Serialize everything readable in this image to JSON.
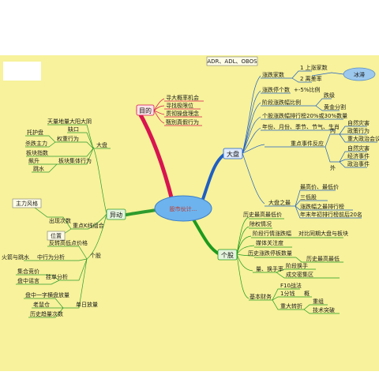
{
  "center": {
    "label": "股市伙计..."
  },
  "branches": {
    "goal": {
      "label": "目的",
      "color": "#d8154f",
      "items": [
        "寻大概率机会",
        "寻找极限位",
        "贯彻操盘理念",
        "甄别真假行为"
      ]
    },
    "dapan": {
      "label": "大盘",
      "color": "#1f5fc4",
      "top_box": "ADR、ADL、OBOS",
      "bubble": "冰滞",
      "zhangdie": {
        "label": "涨跌家数",
        "items": [
          "1 上涨家数",
          "2 离差率"
        ]
      },
      "tingpai": {
        "label": "涨跌停个数",
        "note": "+-5%比例"
      },
      "jieduan": {
        "label": "阶段涨跌幅比例",
        "items": [
          "跌级",
          "黄金分割"
        ]
      },
      "gegu_bili": "个股涨跌幅排行榜20%或30%数量",
      "time": "年份、月份、季节、节气、生肖",
      "events": {
        "label": "重点事件反应",
        "nei": "内",
        "wai": "外",
        "nei_items": [
          "自然灾害",
          "政策行为",
          "重大政治会议"
        ],
        "wai_items": [
          "自然灾害",
          "经济事件",
          "政治事件"
        ]
      },
      "zhizui": {
        "label": "大盘之最",
        "items": [
          "最高价、最低价",
          "三低股",
          "涨跌幅之最排行榜",
          "年末年初排行榜前后20名"
        ]
      }
    },
    "yidong": {
      "label": "异动",
      "color": "#2e9b2e",
      "dapan": {
        "label": "大盘",
        "items": [
          "天量地量大阳大阴",
          "缺口",
          "权重行为",
          "托护盘",
          "杀跌主力",
          "板块指数",
          "飙升",
          "板块集体行为",
          "跳水"
        ]
      },
      "zhuli": "主力风格",
      "chuxian": "出现次数",
      "weizhi": "位置",
      "zhongdian": "重点K线组合",
      "gegu": {
        "label": "个股",
        "items": [
          "反转高低点价格",
          "中行为分析",
          "火箭与跳水",
          "集合竞价",
          "盘中谣言",
          "挂单分析",
          "单日放量",
          "盘中一字横盘放量",
          "老鼠仓",
          "历史趋量次数"
        ]
      }
    },
    "gegu": {
      "label": "个股",
      "color": "#1e9a1e",
      "items": [
        "历史最高最低价",
        "除权情况",
        "阶段行情涨跌幅",
        "对比同期大盘与板块",
        "媒体关注度",
        "历史涨跌停板数量",
        "历史最高最低",
        "量、换手率",
        "阶段换手",
        "成交密集区",
        "基本财务",
        "F10战法",
        "1分钱",
        "概",
        "重大转折",
        "重组",
        "技术突破"
      ]
    }
  }
}
